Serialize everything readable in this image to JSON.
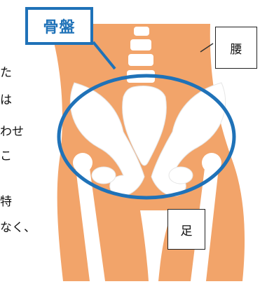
{
  "title_label": "骨盤",
  "callouts": {
    "waist": "腰",
    "leg": "足"
  },
  "side_text": [
    "た",
    "は",
    "わせ",
    "こ",
    "特",
    "なく、"
  ],
  "colors": {
    "skin": "#f2a46a",
    "bone": "#ffffff",
    "highlight": "#1f72b8"
  }
}
